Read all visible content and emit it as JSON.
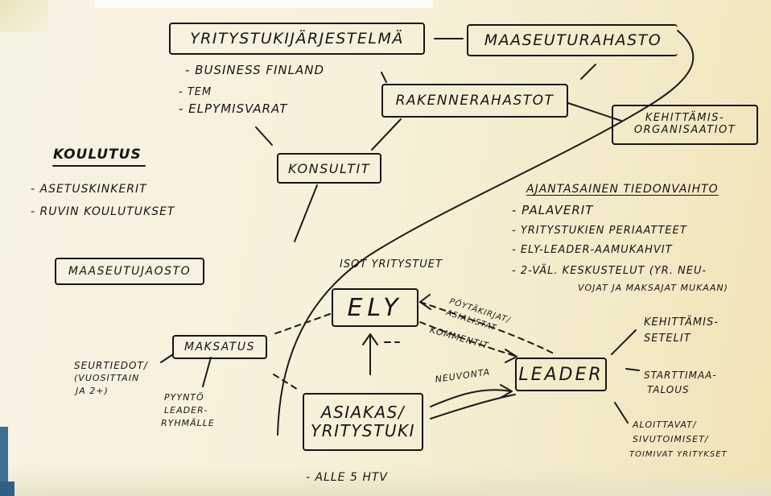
{
  "colors": {
    "paper": "#f4efd6",
    "ink": "#161616",
    "blue_edge": "#3e6e91"
  },
  "nodes": {
    "yritystukijarjestelma": "YRITYSTUKIJÄRJESTELMÄ",
    "maaseuturahasto": "MAASEUTURAHASTO",
    "rakennerahastot": "RAKENNERAHASTOT",
    "kehittamisorganisaatiot": [
      "KEHITTÄMIS-",
      "ORGANISAATIOT"
    ],
    "konsultit": "KONSULTIT",
    "maaseutujaosto": "MAASEUTUJAOSTO",
    "ely": "ELY",
    "maksatus": "MAKSATUS",
    "leader": "LEADER",
    "asiakas": [
      "ASIAKAS/",
      "YRITYSTUKI"
    ]
  },
  "yritystuki_list": [
    "- BUSINESS FINLAND",
    "- TEM",
    "- ELPYMISVARAT"
  ],
  "koulutus": {
    "title": "KOULUTUS",
    "items": [
      "- ASETUSKINKERIT",
      "- RUVIN KOULUTUKSET"
    ]
  },
  "tiedonvaihto": {
    "title": "AJANTASAINEN TIEDONVAIHTO",
    "items": [
      "- PALAVERIT",
      "- YRITYSTUKIEN PERIAATTEET",
      "- ELY-LEADER-AAMUKAHVIT",
      "- 2-VÄL. KESKUSTELUT (YR. NEU-",
      "VOJAT JA MAKSAJAT MUKAAN)"
    ]
  },
  "labels": {
    "isot_yritystuet": "ISOT YRITYSTUET",
    "poytakirjat": [
      "PÖYTÄKIRJAT/",
      "ASIALISTAT"
    ],
    "kommentit": "KOMMENTIT",
    "neuvonta": "NEUVONTA",
    "seurtiedot": [
      "SEURTIEDOT/",
      "(VUOSITTAIN",
      "JA 2+)"
    ],
    "pyynto": [
      "PYYNTÖ",
      "LEADER-",
      "RYHMÄLLE"
    ],
    "alle_5_htv": "- ALLE 5 HTV",
    "kehittamissetelit": [
      "KEHITTÄMIS-",
      "SETELIT"
    ],
    "starttimaatalous": [
      "STARTTIMAA-",
      "TALOUS"
    ],
    "aloittavat": [
      "ALOITTAVAT/",
      "SIVUTOIMISET/",
      "TOIMIVAT YRITYKSET"
    ]
  }
}
